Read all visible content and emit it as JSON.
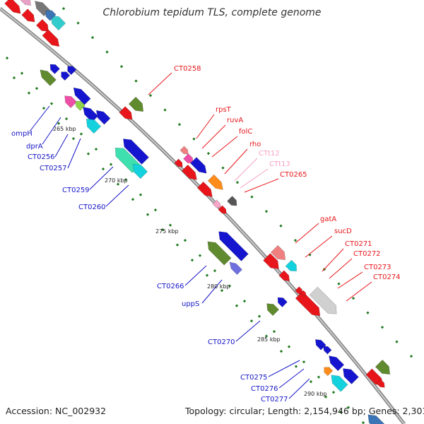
{
  "title": "Chlorobium tepidum TLS, complete genome",
  "accession": "Accession: NC_002932",
  "topology": "Topology: circular; Length: 2,154,946 bp; Genes: 2,301",
  "colors": {
    "forward_label": "#e8161b",
    "reverse_label": "#1515c8",
    "trna_label": "#f5a0c4",
    "backbone": "#999999",
    "tick": "#1f7a1f"
  },
  "scale_labels": [
    "265 kbp",
    "270 kbp",
    "275 kbp",
    "280 kbp",
    "285 kbp",
    "290 kbp"
  ],
  "forward_labels": [
    "CT0258",
    "rpsT",
    "ruvA",
    "folC",
    "rho",
    "CT0265",
    "gatA",
    "sucD",
    "CT0271",
    "CT0272",
    "CT0273",
    "CT0274"
  ],
  "trna_labels": [
    "CTt12",
    "CTt13"
  ],
  "reverse_labels": [
    "ompH",
    "dprA",
    "CT0256",
    "CT0257",
    "CT0259",
    "CT0260",
    "CT0266",
    "uppS",
    "CT0270",
    "CT0275",
    "CT0276",
    "CT0277"
  ]
}
